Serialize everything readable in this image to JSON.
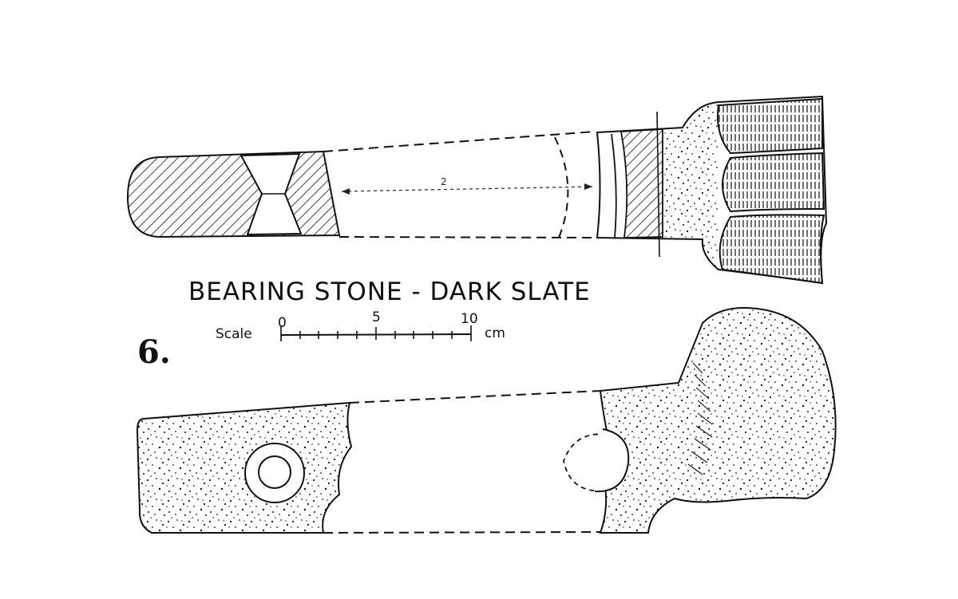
{
  "title": "BEARING STONE - DARK SLATE",
  "figure_number": "6.",
  "dimension_label": "2",
  "scale": {
    "label": "Scale",
    "ticks": [
      "0",
      "5",
      "10"
    ],
    "unit": "cm"
  },
  "colors": {
    "ink": "#111111",
    "paper": "#ffffff"
  }
}
